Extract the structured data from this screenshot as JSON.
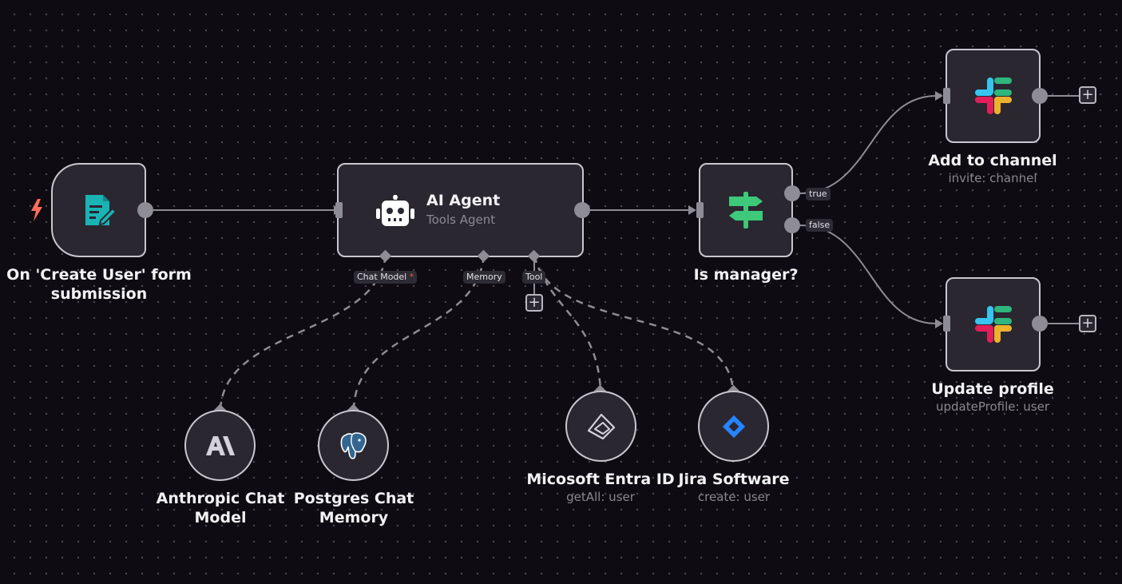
{
  "nodes": {
    "trigger": {
      "title_line1": "On 'Create User' form",
      "title_line2": "submission"
    },
    "agent": {
      "title": "AI Agent",
      "subtitle": "Tools Agent"
    },
    "if": {
      "title": "Is manager?",
      "out_true": "true",
      "out_false": "false"
    },
    "slack_add": {
      "title": "Add to channel",
      "subtitle": "invite: channel"
    },
    "slack_update": {
      "title": "Update profile",
      "subtitle": "updateProfile: user"
    },
    "anthropic": {
      "title_line1": "Anthropic Chat",
      "title_line2": "Model"
    },
    "postgres": {
      "title_line1": "Postgres Chat",
      "title_line2": "Memory"
    },
    "entra": {
      "title": "Micosoft Entra ID",
      "subtitle": "getAll: user"
    },
    "jira": {
      "title": "Jira Software",
      "subtitle": "create: user"
    }
  },
  "agent_ports": {
    "chat_model": "Chat Model",
    "chat_model_required": "*",
    "memory": "Memory",
    "tool": "Tool"
  },
  "add_button": "+",
  "icons": {
    "trigger": "form-icon",
    "trigger_badge": "lightning-icon",
    "agent": "robot-icon",
    "if": "signpost-icon",
    "slack": "slack-icon",
    "anthropic": "anthropic-icon",
    "postgres": "postgres-elephant-icon",
    "entra": "entra-id-icon",
    "jira": "jira-icon"
  },
  "colors": {
    "canvas": "#0e0c12",
    "node_bg": "#2a2731",
    "node_border": "#c9c7ce",
    "connector": "#8e8c94",
    "form_teal": "#1ab4b4",
    "lightning": "#ff6d5a",
    "signpost_green": "#3ec97a",
    "jira_blue": "#2684ff"
  }
}
